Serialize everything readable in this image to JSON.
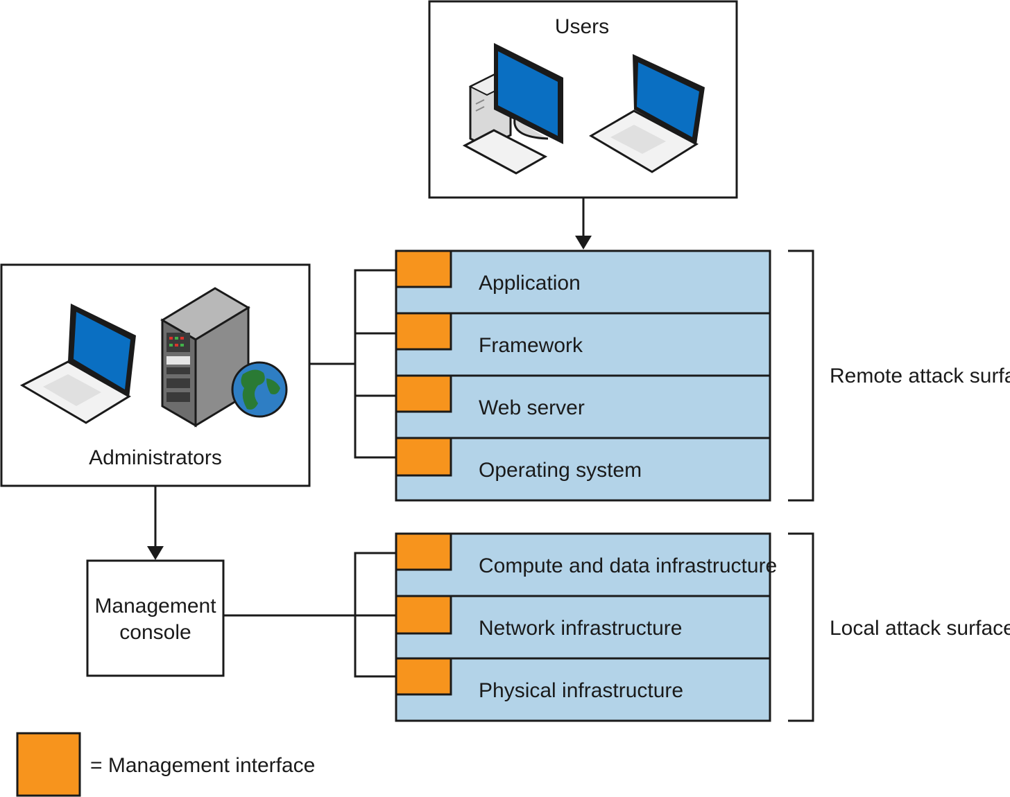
{
  "colors": {
    "layer_fill": "#b3d3e8",
    "interface_orange": "#f7941d",
    "screen_blue": "#0a6fc2",
    "outline": "#1a1a1a"
  },
  "users": {
    "label": "Users",
    "icons": [
      "desktop-computer-icon",
      "laptop-icon"
    ]
  },
  "administrators": {
    "label": "Administrators",
    "icons": [
      "laptop-icon",
      "server-tower-icon",
      "globe-icon"
    ]
  },
  "management_console": {
    "label_line1": "Management",
    "label_line2": "console"
  },
  "remote_layers": [
    "Application",
    "Framework",
    "Web server",
    "Operating system"
  ],
  "local_layers": [
    "Compute and data infrastructure",
    "Network infrastructure",
    "Physical infrastructure"
  ],
  "surfaces": {
    "remote": "Remote attack surface",
    "local": "Local attack surface"
  },
  "legend": {
    "label": "= Management interface"
  }
}
